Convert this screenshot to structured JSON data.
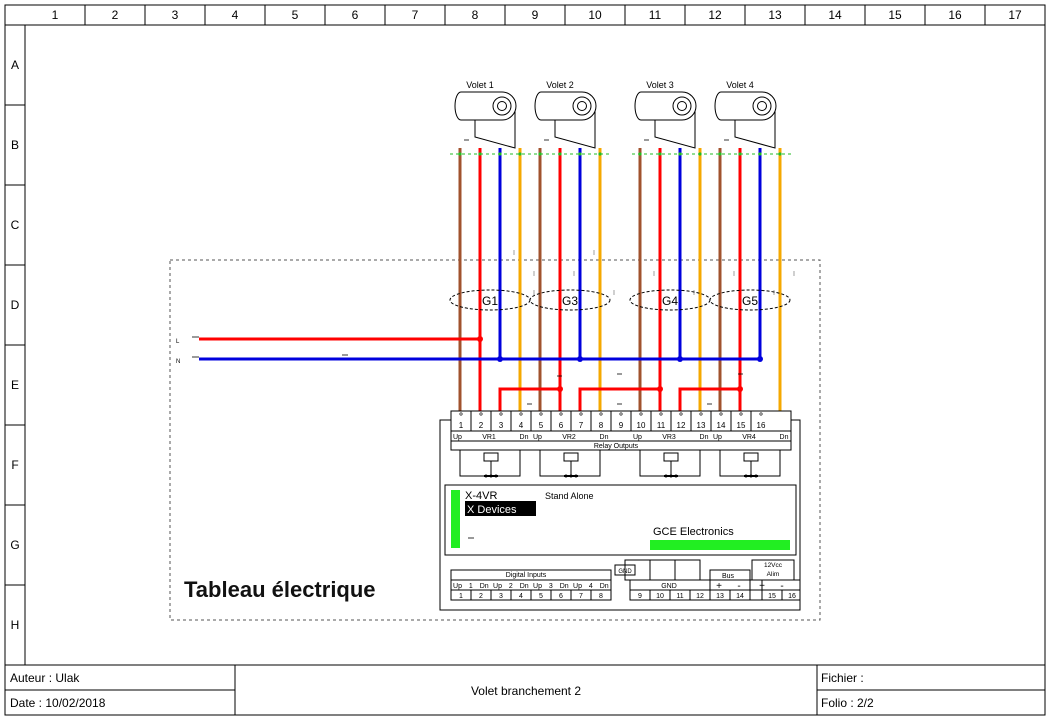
{
  "frame": {
    "columns": [
      "1",
      "2",
      "3",
      "4",
      "5",
      "6",
      "7",
      "8",
      "9",
      "10",
      "11",
      "12",
      "13",
      "14",
      "15",
      "16",
      "17"
    ],
    "rows": [
      "A",
      "B",
      "C",
      "D",
      "E",
      "F",
      "G",
      "H"
    ]
  },
  "volets": [
    "Volet 1",
    "Volet 2",
    "Volet 3",
    "Volet 4"
  ],
  "groups": [
    "G1",
    "G3",
    "G4",
    "G5"
  ],
  "supply": {
    "l": "L",
    "n": "N"
  },
  "tableau_label": "Tableau électrique",
  "module": {
    "model": "X-4VR",
    "brand_band": "X Devices",
    "mode": "Stand Alone",
    "maker": "GCE Electronics",
    "relay_outputs": "Relay Outputs",
    "relay_terminals": [
      "1",
      "2",
      "3",
      "4",
      "5",
      "6",
      "7",
      "8",
      "9",
      "10",
      "11",
      "12",
      "13",
      "14",
      "15",
      "16"
    ],
    "relay_labels": [
      {
        "up": "Up",
        "vr": "VR1",
        "dn": "Dn"
      },
      {
        "up": "Up",
        "vr": "VR2",
        "dn": "Dn"
      },
      {
        "up": "Up",
        "vr": "VR3",
        "dn": "Dn"
      },
      {
        "up": "Up",
        "vr": "VR4",
        "dn": "Dn"
      }
    ],
    "digital_inputs": "Digital Inputs",
    "di_top": [
      "Up",
      "1",
      "Dn",
      "Up",
      "2",
      "Dn",
      "Up",
      "3",
      "Dn",
      "Up",
      "4",
      "Dn"
    ],
    "di_terminals": [
      "1",
      "2",
      "3",
      "4",
      "5",
      "6",
      "7",
      "8"
    ],
    "gnd_box": "GND",
    "gnd_label": "GND",
    "bus_label": "Bus",
    "alim_line1": "12Vcc",
    "alim_line2": "Alim",
    "plus": "+",
    "minus": "-",
    "bottom_terminals": [
      "9",
      "10",
      "11",
      "12",
      "13",
      "14",
      "15",
      "16"
    ]
  },
  "title_block": {
    "author": "Auteur : Ulak",
    "date": "Date : 10/02/2018",
    "title": "Volet branchement 2",
    "file": "Fichier :",
    "folio": "Folio : 2/2"
  },
  "colors": {
    "brown": "#a0522d",
    "red": "#ff0000",
    "blue": "#0000dd",
    "orange": "#f5a800",
    "green": "#22ee22"
  }
}
